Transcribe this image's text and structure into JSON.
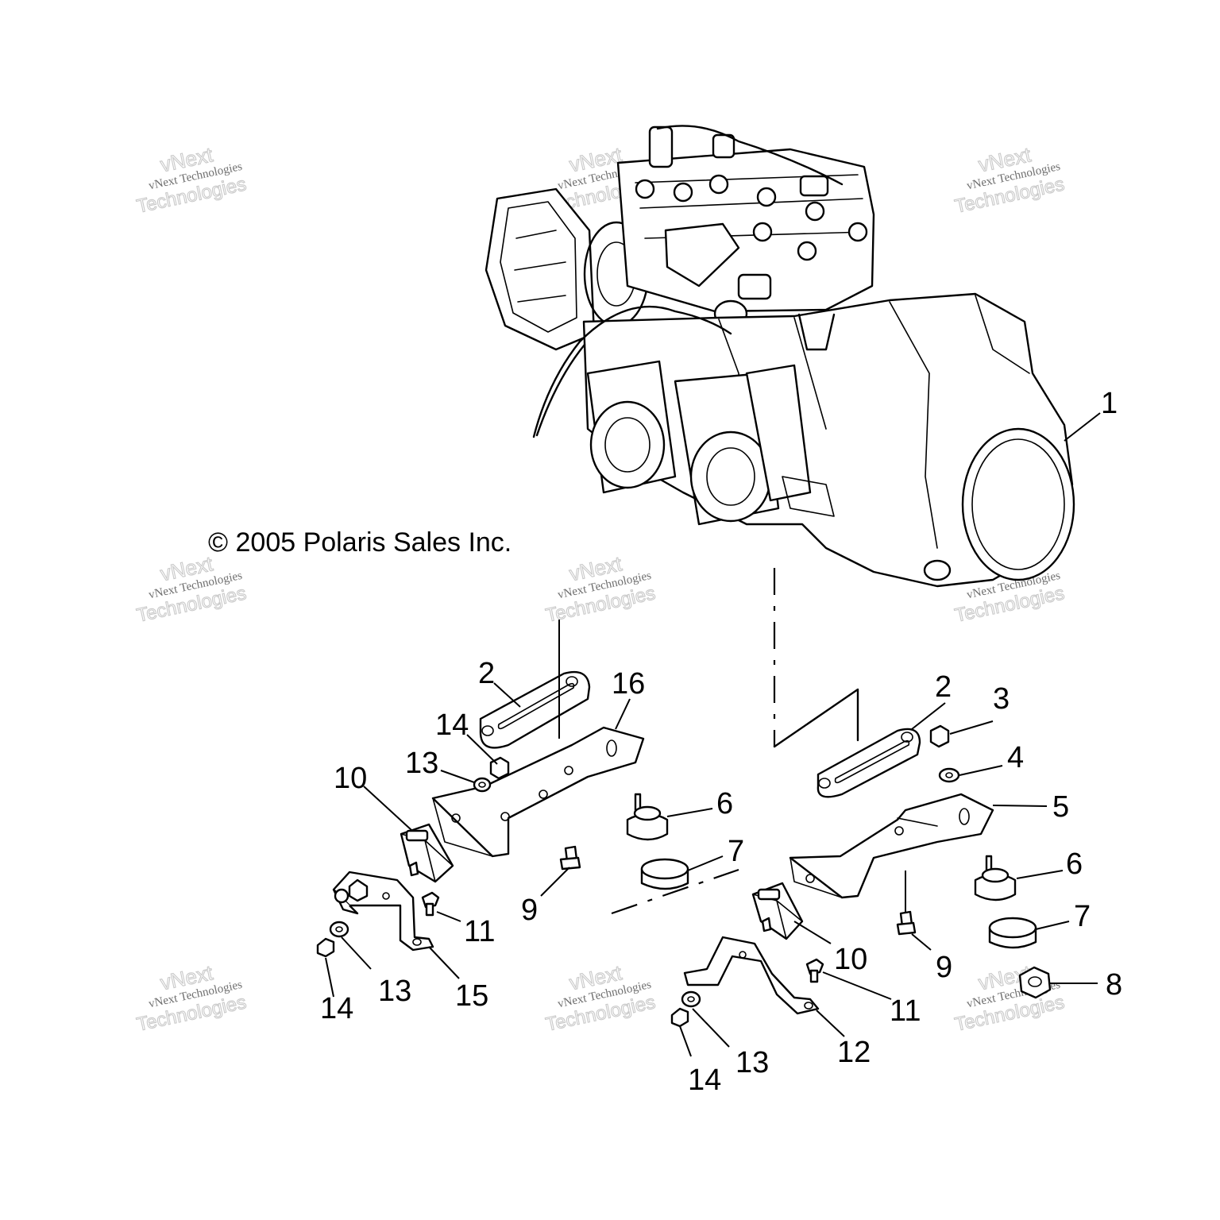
{
  "copyright": "© 2005 Polaris Sales Inc.",
  "watermark": {
    "line1": "vNext",
    "line2": "vNext Technologies",
    "line3": "Technologies"
  },
  "callouts": {
    "c1": "1",
    "c2a": "2",
    "c2b": "2",
    "c3": "3",
    "c4": "4",
    "c5": "5",
    "c6a": "6",
    "c6b": "6",
    "c7a": "7",
    "c7b": "7",
    "c8": "8",
    "c9a": "9",
    "c9b": "9",
    "c10a": "10",
    "c10b": "10",
    "c11a": "11",
    "c11b": "11",
    "c12": "12",
    "c13a": "13",
    "c13b": "13",
    "c13c": "13",
    "c14a": "14",
    "c14b": "14",
    "c14c": "14",
    "c15": "15",
    "c16": "16"
  }
}
